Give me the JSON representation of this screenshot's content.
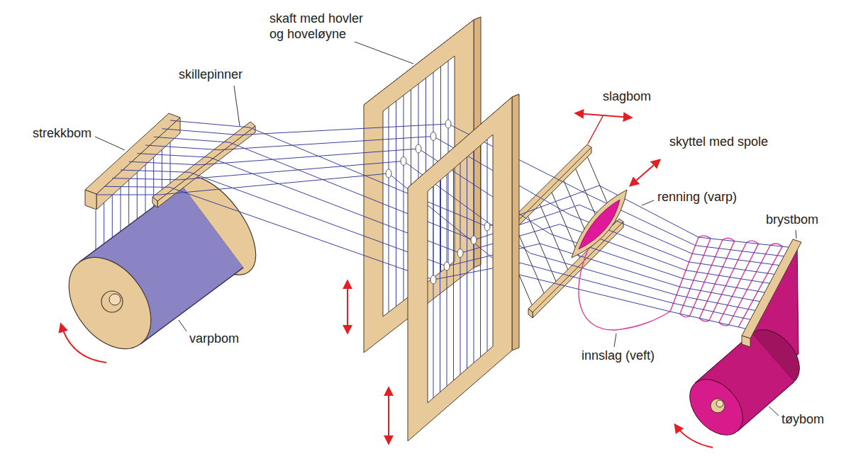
{
  "diagram": {
    "labels": [
      "skaft med hovler og hoveløyne",
      "skillepinner",
      "slagbom",
      "strekkbom",
      "skyttel med spole",
      "renning (varp)",
      "brystbom",
      "varpbom",
      "innslag (veft)",
      "tøybom"
    ]
  }
}
